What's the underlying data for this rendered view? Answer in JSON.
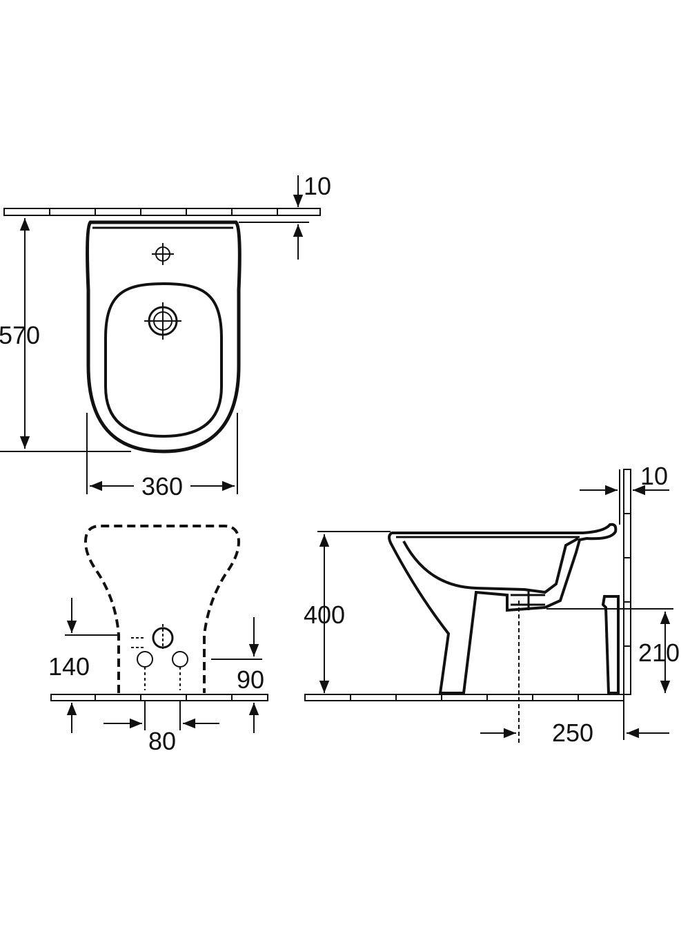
{
  "dimensions": {
    "top_wall_gap": "10",
    "depth": "570",
    "width": "360",
    "side_wall_gap": "10",
    "height": "400",
    "outlet_height": "210",
    "inlet_height": "140",
    "connection_height": "90",
    "connection_spacing": "80",
    "outlet_depth": "250"
  },
  "colors": {
    "line": "#111111",
    "background": "#ffffff"
  }
}
